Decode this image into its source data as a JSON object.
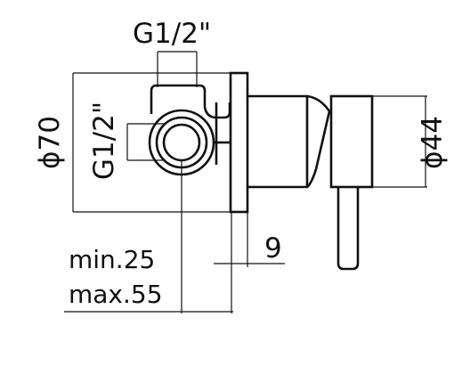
{
  "labels": {
    "top_thread": "G1/2\"",
    "side_thread": "G1/2\"",
    "outer_diameter": "ϕ70",
    "body_diameter": "ϕ44",
    "wall_offset": "9",
    "min_depth": "min.25",
    "max_depth": "max.55"
  }
}
